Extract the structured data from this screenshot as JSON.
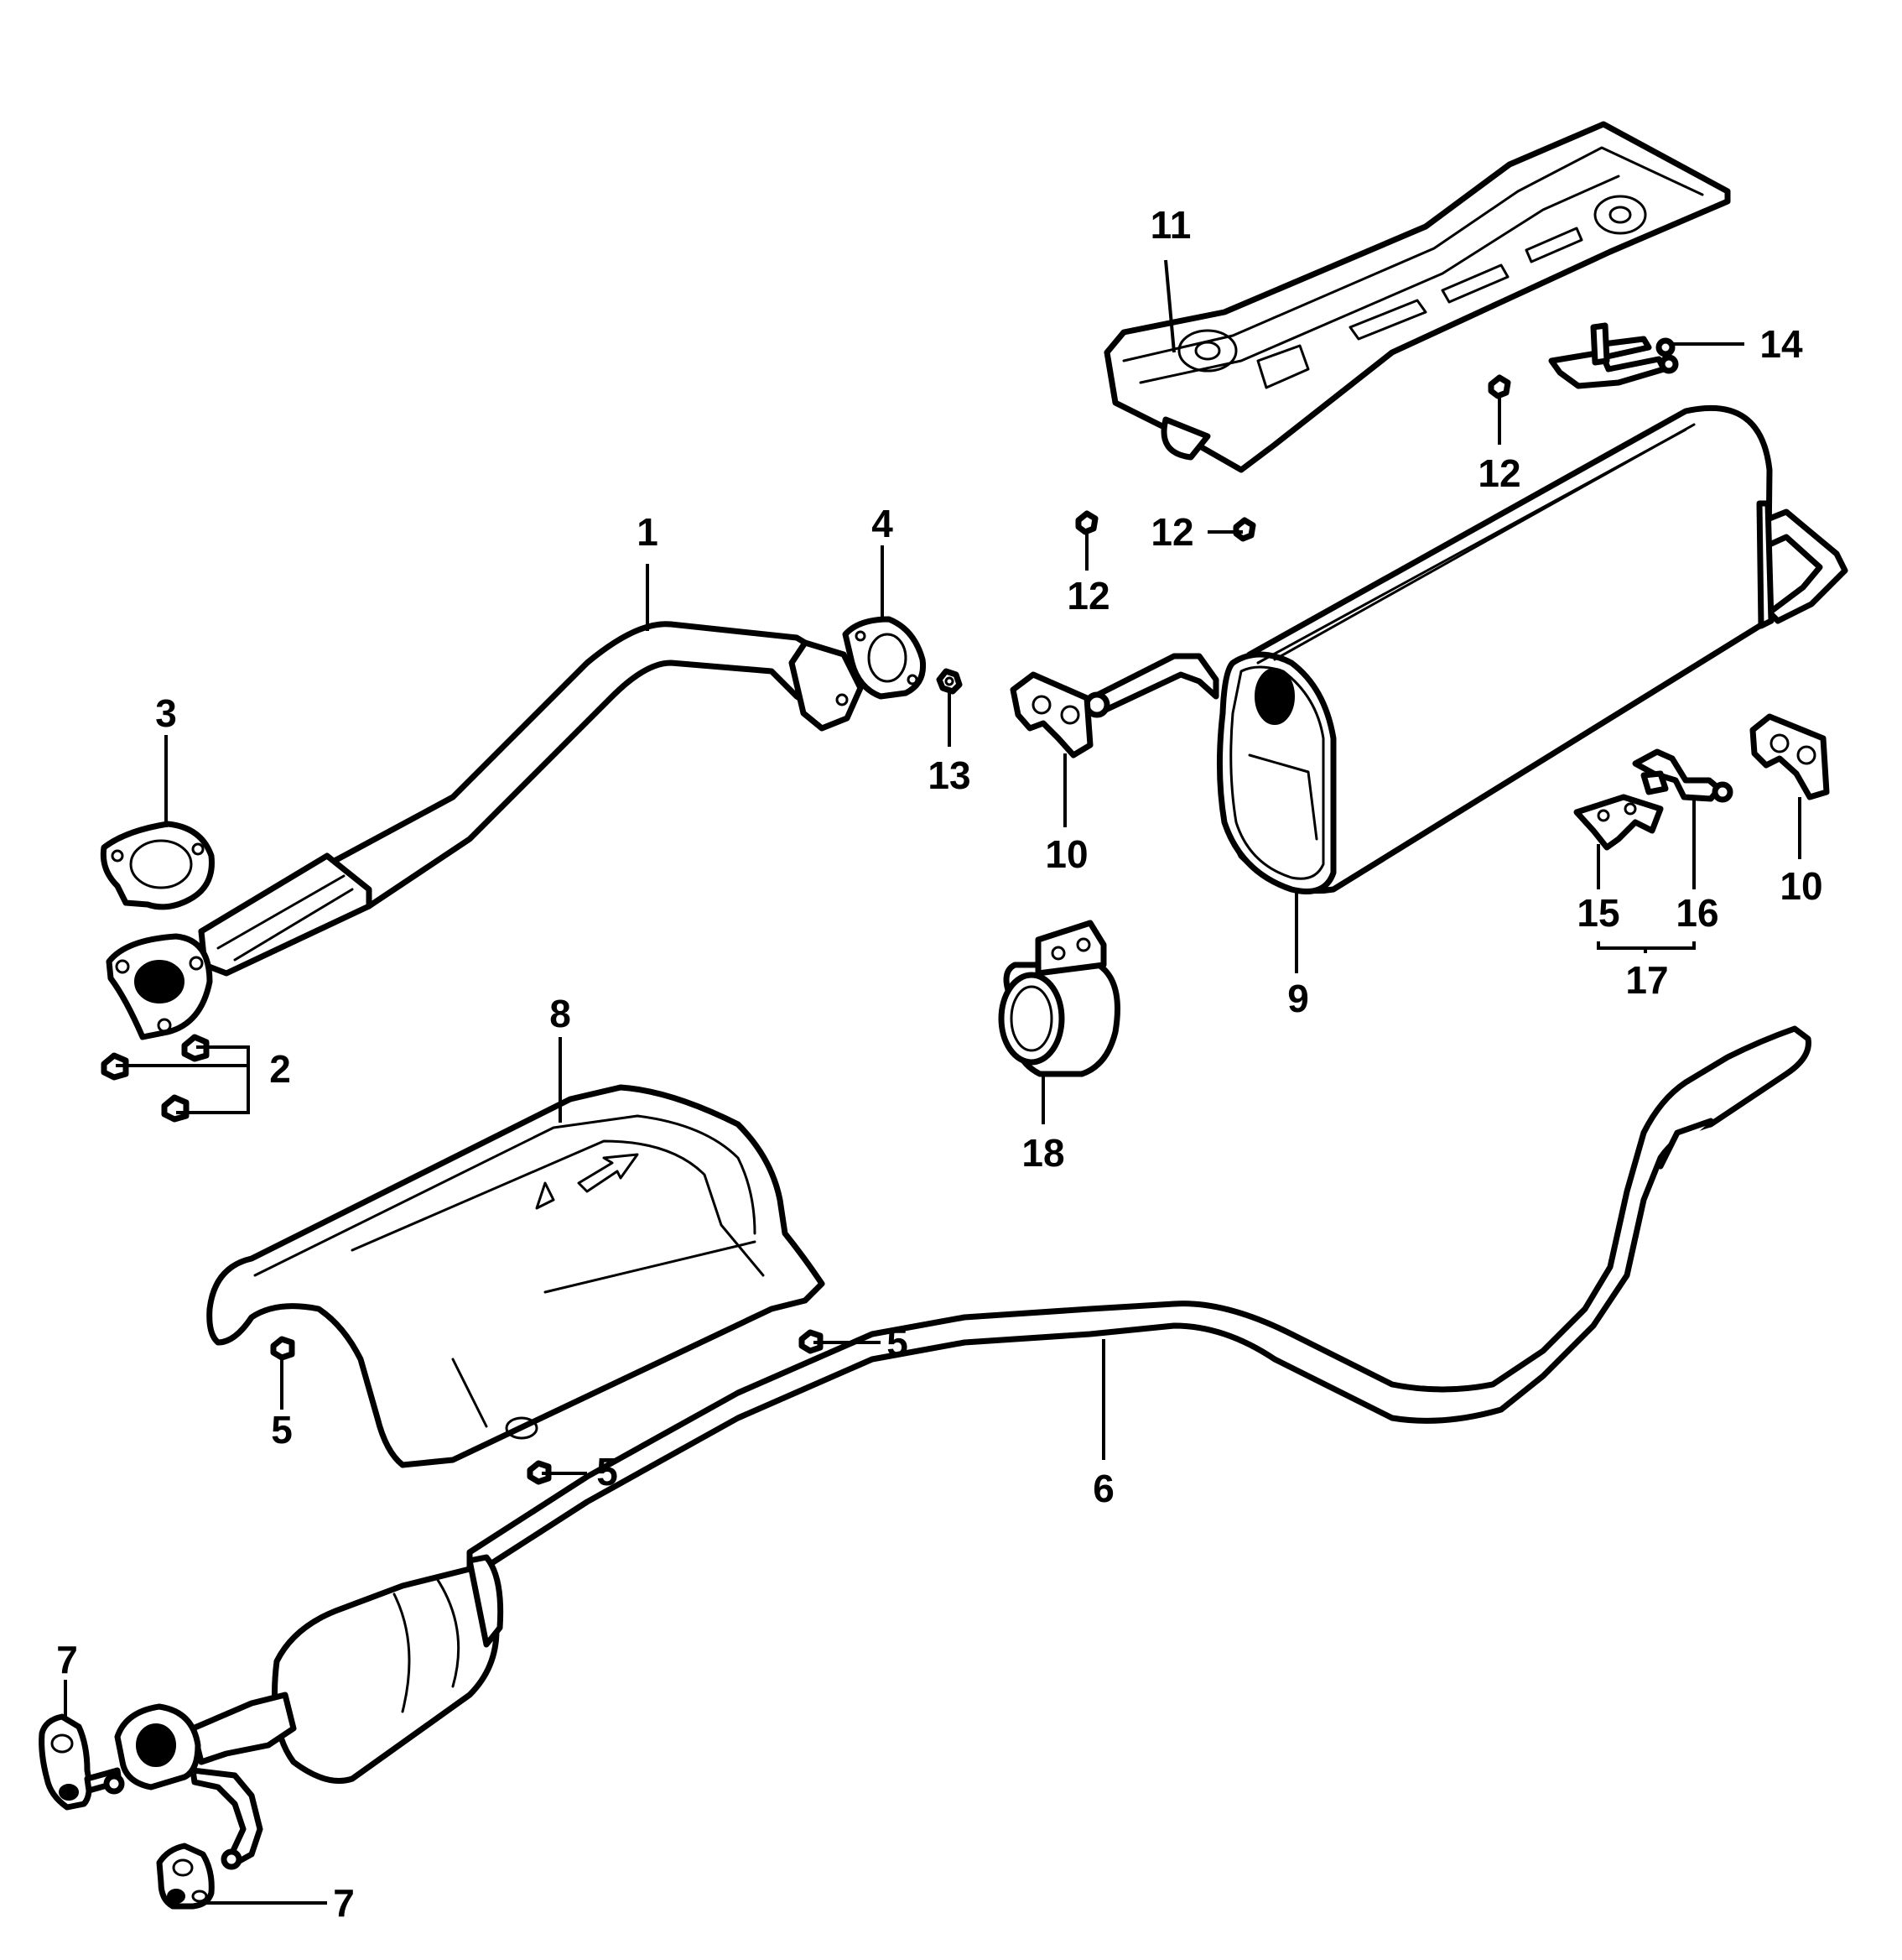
{
  "callouts": {
    "c1": "1",
    "c2": "2",
    "c3": "3",
    "c4": "4",
    "c5a": "5",
    "c5b": "5",
    "c5c": "5",
    "c6": "6",
    "c7a": "7",
    "c7b": "7",
    "c8": "8",
    "c9": "9",
    "c10a": "10",
    "c10b": "10",
    "c11": "11",
    "c12a": "12",
    "c12b": "12",
    "c12c": "12",
    "c13": "13",
    "c14": "14",
    "c15": "15",
    "c16": "16",
    "c17": "17",
    "c18": "18"
  }
}
